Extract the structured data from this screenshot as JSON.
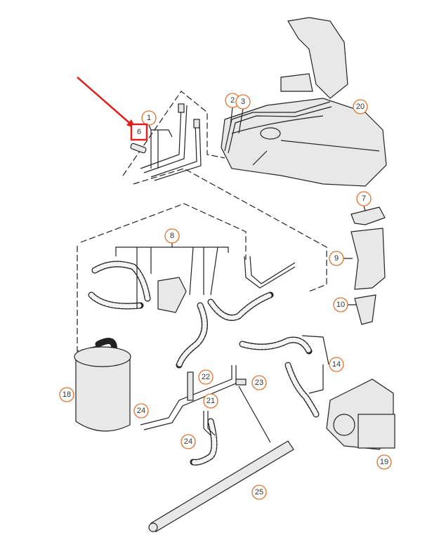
{
  "diagram": {
    "highlighted_part": "6",
    "highlight_color": "#e0201c",
    "callout_color": "#e0702a",
    "callouts": [
      {
        "label": "1"
      },
      {
        "label": "2"
      },
      {
        "label": "3"
      },
      {
        "label": "6"
      },
      {
        "label": "20"
      },
      {
        "label": "7"
      },
      {
        "label": "9"
      },
      {
        "label": "10"
      },
      {
        "label": "8"
      },
      {
        "label": "14"
      },
      {
        "label": "18"
      },
      {
        "label": "22"
      },
      {
        "label": "23"
      },
      {
        "label": "21"
      },
      {
        "label": "24"
      },
      {
        "label": "24"
      },
      {
        "label": "19"
      },
      {
        "label": "25"
      }
    ]
  }
}
